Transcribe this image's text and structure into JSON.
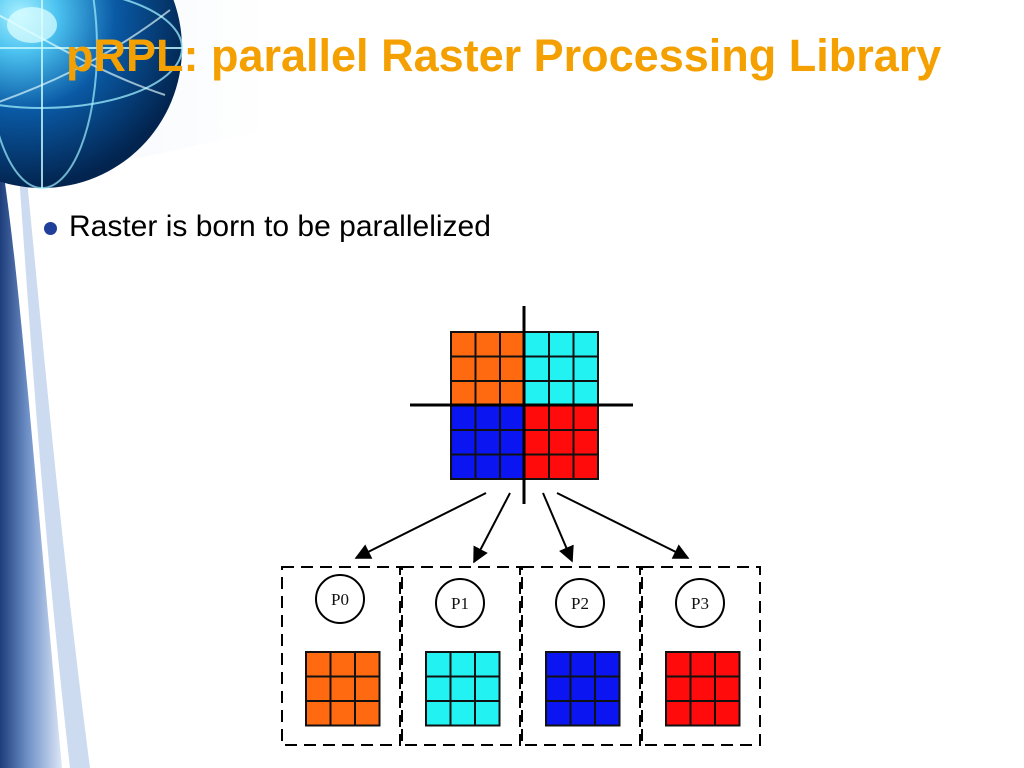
{
  "slide": {
    "title": "pRPL: parallel Raster Processing Library",
    "bullet": "Raster is born to be parallelized"
  },
  "diagram": {
    "raster_grid": {
      "rows": 6,
      "cols": 6,
      "quadrants": [
        {
          "position": "top-left",
          "color": "#ff6a10"
        },
        {
          "position": "top-right",
          "color": "#22f2f2"
        },
        {
          "position": "bottom-left",
          "color": "#0b15f2"
        },
        {
          "position": "bottom-right",
          "color": "#ff0b0b"
        }
      ]
    },
    "processors": [
      {
        "label": "P0",
        "color": "#ff6a10"
      },
      {
        "label": "P1",
        "color": "#22f2f2"
      },
      {
        "label": "P2",
        "color": "#0b15f2"
      },
      {
        "label": "P3",
        "color": "#ff0b0b"
      }
    ]
  },
  "theme": {
    "title_color": "#f4a000",
    "bullet_color": "#1f3f9a",
    "sidebar_dark": "#1f3f7f",
    "sidebar_light": "#dfe7f4"
  }
}
